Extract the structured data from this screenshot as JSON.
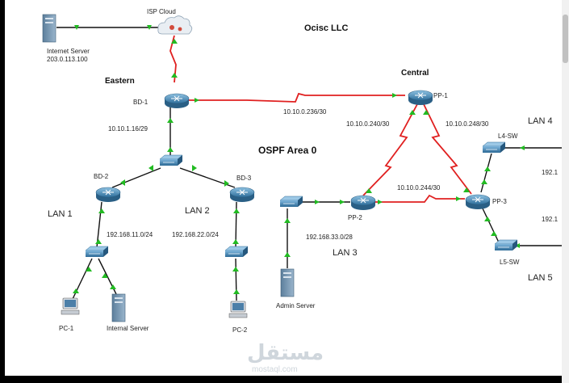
{
  "company": "Ocisc LLC",
  "area_label": "OSPF Area 0",
  "sites": {
    "eastern": "Eastern",
    "central": "Central"
  },
  "devices": {
    "isp_cloud": "ISP Cloud",
    "internet_server": "Internet Server",
    "internet_server_ip": "203.0.113.100",
    "bd1": "BD-1",
    "bd2": "BD-2",
    "bd3": "BD-3",
    "pp1": "PP-1",
    "pp2": "PP-2",
    "pp3": "PP-3",
    "l4sw": "L4-SW",
    "l5sw": "L5-SW",
    "pc1": "PC-1",
    "pc2": "PC-2",
    "internal_server": "Internal Server",
    "admin_server": "Admin Server"
  },
  "links": {
    "bd1_pp1": "10.10.0.236/30",
    "pp1_pp2": "10.10.0.240/30",
    "pp1_pp3": "10.10.0.248/30",
    "pp2_pp3": "10.10.0.244/30",
    "bd1_sw": "10.10.1.16/29"
  },
  "lans": {
    "lan1": "LAN 1",
    "lan1_net": "192.168.11.0/24",
    "lan2": "LAN 2",
    "lan2_net": "192.168.22.0/24",
    "lan3": "LAN 3",
    "lan3_net": "192.168.33.0/28",
    "lan4": "LAN 4",
    "lan4_net_partial": "192.1",
    "lan5": "LAN 5",
    "lan5_net_partial": "192.1"
  },
  "watermark": {
    "arabic": "مستقل",
    "latin": "mostaql.com"
  },
  "colors": {
    "wan_link": "#e02020",
    "lan_link": "#111111",
    "link_light": "#22bb22",
    "router": "#3f86b6",
    "switch": "#4a90c0"
  }
}
